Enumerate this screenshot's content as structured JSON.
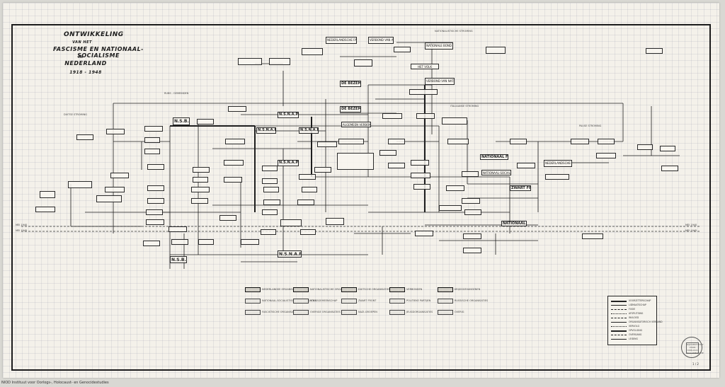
{
  "title": {
    "line1": "ONTWIKKELING",
    "line2": "VAN HET",
    "line3": "FASCISME EN NATIONAAL-SOCIALISME",
    "line4": "IN",
    "line5": "NEDERLAND",
    "line6": "1918 - 1948"
  },
  "organisations": [
    "N.S.B.",
    "N.S.N.A.P.",
    "N.S.N.A.P.",
    "N.S.N.A.P.",
    "N.S.B.",
    "N.S.N.A.P.",
    "N.S.N.A.P.",
    "DE BEZEM",
    "DE BEZEM",
    "ALGEMEEN VERBOND",
    "VERBOND VAN ACTUALISTEN",
    "NEDERLANDSCHE FASCISTEN BOND",
    "NATIONALE BOND",
    "NATIONAAL FRONT",
    "ZWART FRONT",
    "NATIONAAL FRONT",
    "NATIONAAL-SOCIALISTISCHE PARTIJ",
    "HET VOLK",
    "NEDERLANDSCHE UNIE",
    "VERBOND VAN NATIONALISTEN"
  ],
  "notes": [
    "RUBS - GEMEINDEN",
    "DUITSE STROMING",
    "ITALIAANSE STROMING",
    "PAUSE STROMING",
    "NATIONALISTISCHE STROMING",
    "MEI 1940",
    "MEI 1940",
    "MEI 1945",
    "MEI 1945"
  ],
  "legend_categories": [
    "NEDERLANDSE ORGANISATIES",
    "NATIONAAL-SOCIALISTISCHE ORGANISATIES",
    "FASCISTISCHE ORGANISATIES",
    "NATIONALISTISCHE ORGANISATIES",
    "VOLKSGEMEENSCHAP",
    "OVERIGE ORGANISATIES",
    "DUITSCHE ORGANISATIES",
    "ZWART FRONT",
    "NAZI-GROEPEN",
    "VERBONDEN",
    "POLITIEKE PARTIJEN",
    "JEUGDORGANISATIES",
    "KRIJGSGEVANGENEN",
    "RUSSISCHE ORGANISATIES",
    "OVERIG"
  ],
  "key_items": [
    "VOORZITTERSCHAP",
    "LIDMAATSCHAP",
    "FUSIE",
    "AFSPLITSING",
    "INVLOED",
    "ORGANISATORISCH VERBAND",
    "VERVOLG",
    "OPVOLGING",
    "OVERGANG",
    "LEIDING"
  ],
  "stamp_text": "RIJKSINSTITUUT VOOR OORLOGS DOCUMENTATIE",
  "sheet_number": "1 / 2",
  "credit": "NIOD Instituut voor Oorlogs-, Holocaust- en Genocidestudies"
}
